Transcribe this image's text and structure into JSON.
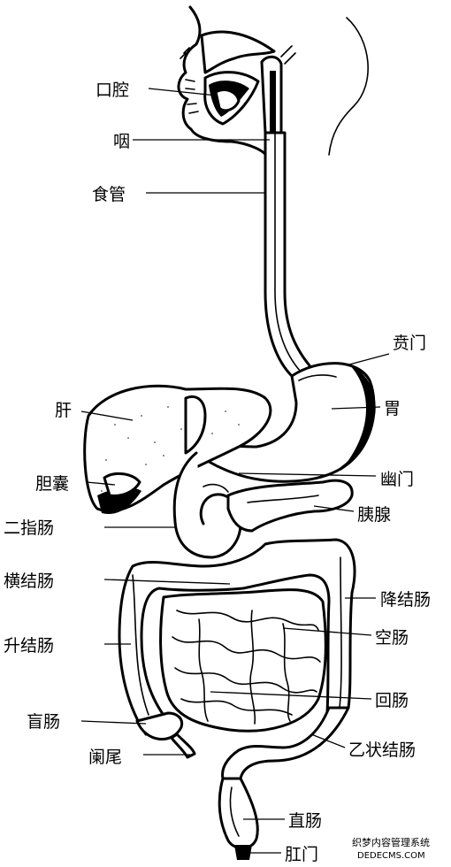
{
  "labels": {
    "mouth": "口腔",
    "pharynx": "咽",
    "esophagus": "食管",
    "cardia": "贲门",
    "stomach": "胃",
    "liver": "肝",
    "gallbladder": "胆囊",
    "pylorus": "幽门",
    "pancreas": "胰腺",
    "duodenum": "二指肠",
    "transverse_colon": "横结肠",
    "descending_colon": "降结肠",
    "ascending_colon": "升结肠",
    "jejunum": "空肠",
    "cecum": "盲肠",
    "ileum": "回肠",
    "appendix": "阑尾",
    "sigmoid_colon": "乙状结肠",
    "rectum": "直肠",
    "anus": "肛门"
  },
  "watermark": {
    "line1": "织梦内容管理系统",
    "line2": "DEDECMS.COM"
  }
}
